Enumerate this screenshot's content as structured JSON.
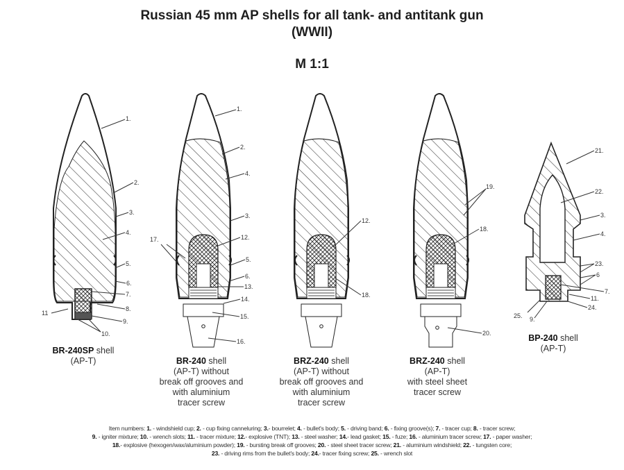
{
  "header": {
    "title_line1": "Russian 45 mm AP shells for all tank- and antitank gun",
    "title_line2": "(WWII)",
    "scale": "M 1:1"
  },
  "shells": [
    {
      "name": "BR-240SP",
      "suffix": " shell",
      "lines": [
        "(AP-T)"
      ],
      "labels": [
        "1.",
        "2.",
        "3.",
        "4.",
        "5.",
        "6.",
        "7.",
        "8.",
        "9.",
        "10.",
        "11"
      ]
    },
    {
      "name": "BR-240",
      "suffix": " shell",
      "lines": [
        "(AP-T)  without",
        "break off grooves and",
        "with aluminium",
        "tracer screw"
      ],
      "labels": [
        "1.",
        "2.",
        "4.",
        "3.",
        "12.",
        "5.",
        "6.",
        "13.",
        "14.",
        "15.",
        "16.",
        "17."
      ]
    },
    {
      "name": "BRZ-240",
      "suffix": " shell",
      "lines": [
        "(AP-T)  without",
        "break off grooves and",
        "with aluminium",
        "tracer screw"
      ],
      "labels": [
        "12.",
        "18."
      ]
    },
    {
      "name": "BRZ-240",
      "suffix": " shell",
      "lines": [
        "(AP-T)",
        "with steel sheet",
        "tracer screw"
      ],
      "labels": [
        "19.",
        "18.",
        "20."
      ]
    },
    {
      "name": "BP-240",
      "suffix": " shell",
      "lines": [
        "(AP-T)"
      ],
      "labels": [
        "21.",
        "22.",
        "3.",
        "4.",
        "23.",
        "6",
        "7.",
        "11.",
        "24.",
        "25.",
        "9."
      ]
    }
  ],
  "legend": {
    "lead": "Item numbers: ",
    "items": [
      {
        "n": "1.",
        "t": " - windshield cup; "
      },
      {
        "n": "2.",
        "t": " - cup fixing canneluring; "
      },
      {
        "n": "3.",
        "t": "- bourrelet; "
      },
      {
        "n": "4.",
        "t": " - bullet's body; "
      },
      {
        "n": "5.",
        "t": " - driving band; "
      },
      {
        "n": "6.",
        "t": " - fixing groove(s); "
      },
      {
        "n": "7.",
        "t": " - tracer cup; "
      },
      {
        "n": "8.",
        "t": " - tracer screw;"
      },
      {
        "n": "9.",
        "t": " - igniter mixture; "
      },
      {
        "n": "10.",
        "t": " - wrench slots; "
      },
      {
        "n": "11.",
        "t": " - tracer mixture; "
      },
      {
        "n": "12.",
        "t": "- explosive (TNT); "
      },
      {
        "n": "13.",
        "t": " - steel washer; "
      },
      {
        "n": "14.",
        "t": "- lead gasket; "
      },
      {
        "n": "15.",
        "t": " - fuze; "
      },
      {
        "n": "16.",
        "t": " - aluminium tracer screw; "
      },
      {
        "n": "17.",
        "t": " - paper washer;"
      },
      {
        "n": "18.",
        "t": "- explosive (hexogen/wax/aluminium powder); "
      },
      {
        "n": "19.",
        "t": " -  bursting break off grooves; "
      },
      {
        "n": "20.",
        "t": " - steel sheet tracer screw; "
      },
      {
        "n": "21.",
        "t": " - aluminium windshield; "
      },
      {
        "n": "22.",
        "t": " - tungsten core;"
      },
      {
        "n": "23.",
        "t": " - driving rims from the bullet's body; "
      },
      {
        "n": "24.",
        "t": "- tracer fixing screw; "
      },
      {
        "n": "25.",
        "t": " - wrench slot"
      }
    ],
    "line_breaks_after": [
      7,
      16,
      21
    ]
  }
}
